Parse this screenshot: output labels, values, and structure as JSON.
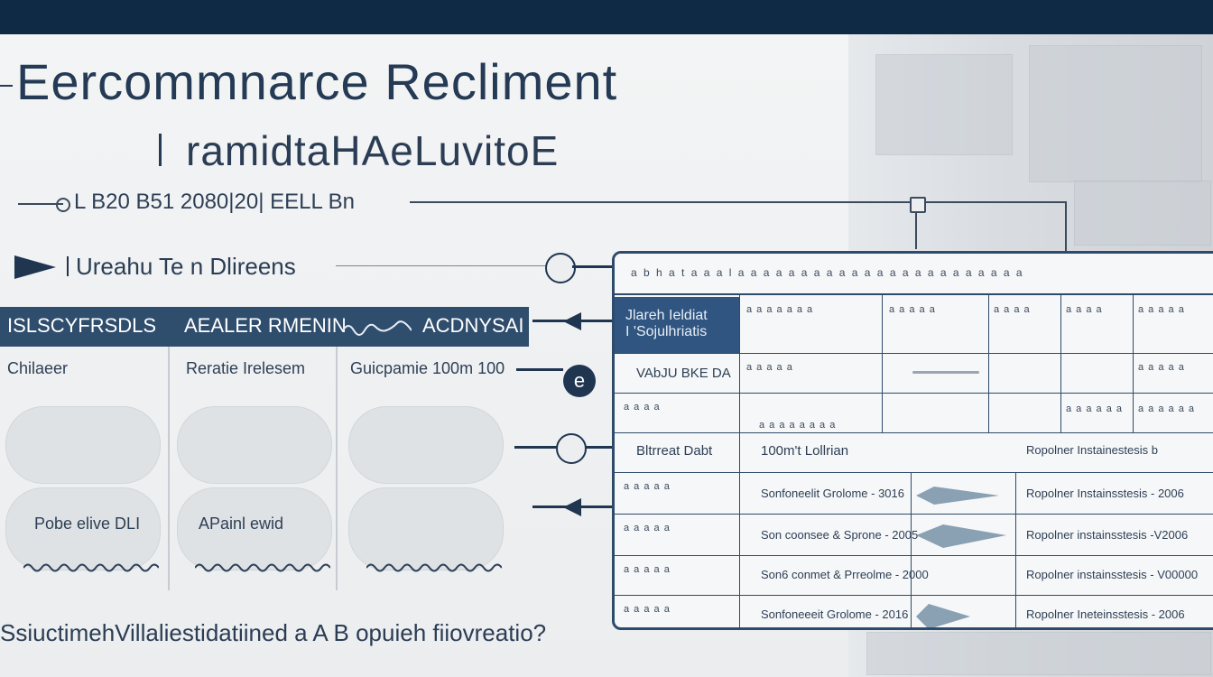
{
  "header": {
    "title": "Eercommnarce Recliment",
    "subtitle": "ramidtaHAeLuvitoE",
    "meta": "L B20  B51 2080|20| EELL  Bn"
  },
  "section": {
    "label": "Ureahu Te n Dlireens"
  },
  "band": {
    "col1": "ISLSCYFRSDLS",
    "col2": "AEALER RMENIN",
    "col3": "ACDNYSAI"
  },
  "columns": {
    "head1": "Chilaeer",
    "head2": "Reratie Irelesem",
    "head3": "Guicpamie 100m  100",
    "cell1": "Pobe elive  DLI",
    "cell2": "APainl ewid"
  },
  "question": "SsiuctimehVillaliestidatiined a A B opuieh fiiovreatio?",
  "panel": {
    "header_text": "a b h a t a a   a l a a a   a a a a a   a a a a   a a a a   a a a   a a a a",
    "highlight_line1": "Jlareh Ieldiat",
    "highlight_line2": "I 'Sojulhriatis",
    "row2_label": "VAbJU BKE DA",
    "row4_label": "Bltrreat Dabt",
    "row4_value": "100m't Lollrian",
    "row4_right": "Ropolner Instainestesis b",
    "rows": [
      {
        "text": "Sonfoneelit Grolome - 3016",
        "right": "Ropolner Instainsstesis - 2006"
      },
      {
        "text": "Son coonsee & Sprone - 2005",
        "right": "Ropolner instainsstesis -V2006"
      },
      {
        "text": "Son6 conmet & Prreolme - 2000",
        "right": "Ropolner instainsstesis - V00000"
      },
      {
        "text": "Sonfoneeeit Grolome - 2016",
        "right": "Ropolner Ineteinsstesis - 2006"
      }
    ]
  }
}
